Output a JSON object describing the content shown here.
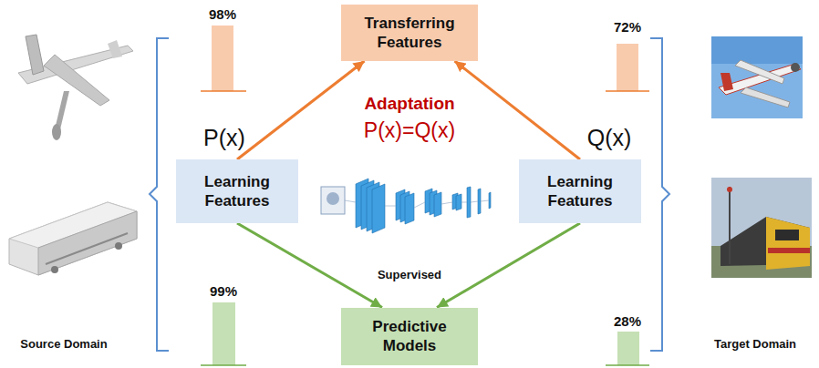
{
  "diagram": {
    "nodes": [
      {
        "text": [
          "Transferring Features"
        ]
      },
      {
        "text": [
          "Learning Features"
        ]
      },
      {
        "text": [
          "Learning Features"
        ]
      },
      {
        "text": [
          "Predictive Models"
        ]
      }
    ],
    "edges": [
      {
        "from": 1,
        "to": 0,
        "arrow": "to"
      },
      {
        "from": 2,
        "to": 0,
        "arrow": "to"
      },
      {
        "from": 1,
        "to": 3,
        "arrow": "to"
      },
      {
        "from": 2,
        "to": 3,
        "arrow": "to"
      }
    ],
    "labels": [
      "98%",
      "72%",
      "P(x)",
      "Adaptation",
      "P(x)=Q(x)",
      "Q(x)",
      "Supervised",
      "99%",
      "28%",
      "Source Domain",
      "Target Domain"
    ]
  }
}
